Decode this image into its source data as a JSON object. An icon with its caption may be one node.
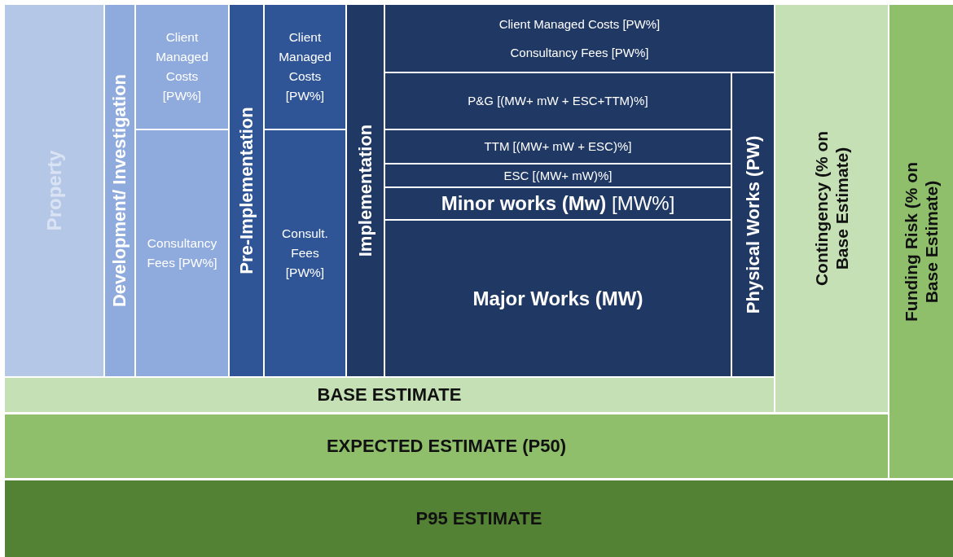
{
  "diagram": {
    "nodes": [
      {
        "text": [
          "Property"
        ]
      },
      {
        "text": [
          "Development/ Investigation"
        ]
      },
      {
        "text": [
          "Client Managed Costs [PW%]"
        ]
      },
      {
        "text": [
          "Consultancy Fees [PW%]"
        ]
      },
      {
        "text": [
          "Pre-Implementation"
        ]
      },
      {
        "text": [
          "Client Managed Costs [PW%]"
        ]
      },
      {
        "text": [
          "Consult. Fees [PW%]"
        ]
      },
      {
        "text": [
          "Implementation"
        ]
      },
      {
        "text": [
          "Client Managed Costs [PW%]",
          "Consultancy Fees [PW%]"
        ]
      },
      {
        "text": [
          "P&G [(MW+ mW + ESC+TTM)%]"
        ]
      },
      {
        "text": [
          "TTM [(MW+ mW + ESC)%]"
        ]
      },
      {
        "text": [
          "ESC [(MW+ mW)%]"
        ]
      },
      {
        "text": [
          "**Minor works (Mw)** [MW%]"
        ]
      },
      {
        "text": [
          "Major Works (MW)"
        ]
      },
      {
        "text": [
          "Physical Works (PW)"
        ]
      },
      {
        "text": [
          "Contingency (% on Base Estimate)"
        ]
      },
      {
        "text": [
          "Funding Risk (% on Base Estimate)"
        ]
      },
      {
        "text": [
          "BASE ESTIMATE"
        ]
      },
      {
        "text": [
          "EXPECTED ESTIMATE (P50)"
        ]
      },
      {
        "text": [
          "P95 ESTIMATE"
        ]
      }
    ]
  }
}
